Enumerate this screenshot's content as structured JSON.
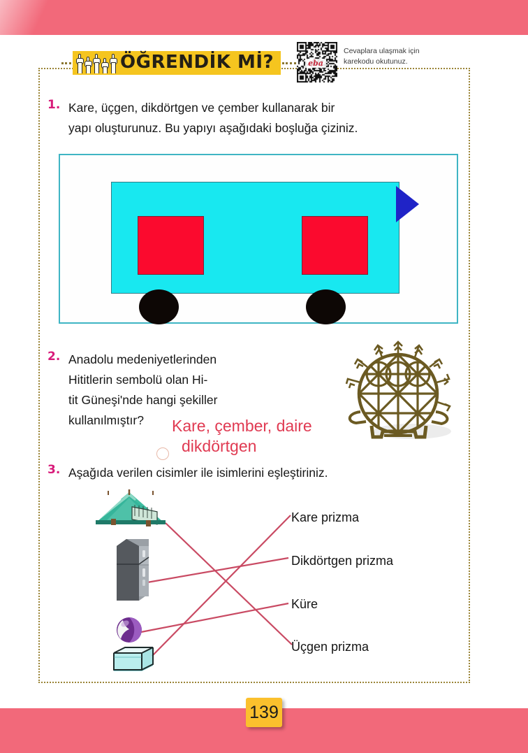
{
  "page": {
    "number": "139",
    "band_color": "#f2697a",
    "badge_color": "#fbc02d"
  },
  "header": {
    "title": "ÖĞRENDİK Mİ?",
    "banner_color": "#f5c51f",
    "hands_icon": "raised-hands-icon"
  },
  "qr": {
    "brand": "eba",
    "caption_line1": "Cevaplara ulaşmak için",
    "caption_line2": "karekodu okutunuz."
  },
  "questions": [
    {
      "number": "1.",
      "line1": "Kare, üçgen, dikdörtgen ve çember kullanarak bir",
      "line2": "yapı oluşturunuz. Bu yapıyı aşağıdaki boşluğa çiziniz."
    },
    {
      "number": "2.",
      "line1": "Anadolu  medeniyetlerinden",
      "line2": "Hititlerin sembolü olan Hi-",
      "line3": "tit Güneşi'nde hangi şekiller",
      "line4": "kullanılmıştır?"
    },
    {
      "number": "3.",
      "line1": "Aşağıda verilen cisimler ile isimlerini eşleştiriniz."
    }
  ],
  "drawing": {
    "box_border_color": "#3fb5c4",
    "body_color": "#18e8f0",
    "window_color": "#fb0a2e",
    "nose_color": "#1f23c7",
    "wheel_color": "#0d0705",
    "shapes": [
      "rectangle-body",
      "square-window",
      "square-window",
      "triangle-nose",
      "circle-wheel",
      "circle-wheel"
    ]
  },
  "handwritten_answer": {
    "line1": "Kare, çember, daire",
    "line2": "dikdörtgen",
    "color": "#e03a52"
  },
  "matching": {
    "objects": [
      {
        "name": "tent",
        "icon": "tent-icon"
      },
      {
        "name": "refrigerator",
        "icon": "refrigerator-icon"
      },
      {
        "name": "ball",
        "icon": "ball-icon"
      },
      {
        "name": "aquarium",
        "icon": "aquarium-icon"
      }
    ],
    "labels": [
      "Kare prizma",
      "Dikdörtgen prizma",
      "Küre",
      "Üçgen prizma"
    ],
    "line_color": "#c94a63",
    "connections": [
      {
        "from": "tent",
        "to": "Üçgen prizma"
      },
      {
        "from": "refrigerator",
        "to": "Dikdörtgen prizma"
      },
      {
        "from": "ball",
        "to": "Küre"
      },
      {
        "from": "aquarium",
        "to": "Kare prizma"
      }
    ]
  }
}
